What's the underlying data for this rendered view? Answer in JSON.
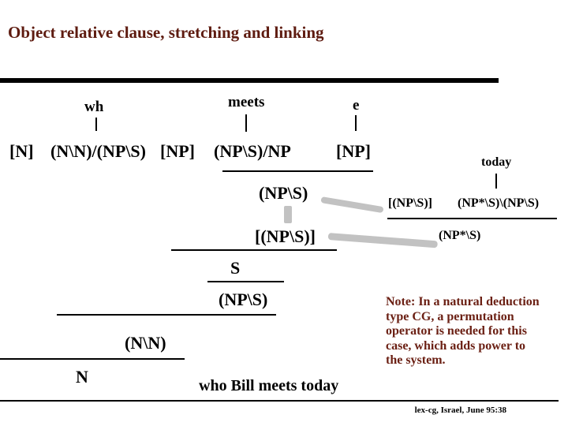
{
  "slide": {
    "title": "Object relative clause, stretching and linking",
    "footer": "lex-cg, Israel, June 95:38"
  },
  "colors": {
    "title": "#5e1b10",
    "note": "#6b2014",
    "text": "#000000",
    "link_gray": "#c2c2c2"
  },
  "derivation": {
    "words": {
      "wh": "wh",
      "meets": "meets",
      "e": "e",
      "today": "today"
    },
    "lexical": {
      "n": "[N]",
      "rel": "(N\\N)/(NP\\S)",
      "np1": "[NP]",
      "verb": "(NP\\S)/NP",
      "np2": "[NP]"
    },
    "main": {
      "np_s": "(NP\\S)",
      "np_s_hyp": "[(NP\\S)]",
      "s": "S",
      "np_s_result": "(NP\\S)",
      "n_n": "(N\\N)",
      "n": "N"
    },
    "right": {
      "np_s_hyp": "[(NP\\S)]",
      "adjunct": "(NP*\\S)\\(NP\\S)",
      "result": "(NP*\\S)"
    },
    "phrase": "who Bill meets today"
  },
  "note": {
    "lines": [
      "Note: In a natural deduction",
      "type CG, a permutation",
      "operator is needed for this",
      "case, which adds power to",
      "the system."
    ]
  }
}
